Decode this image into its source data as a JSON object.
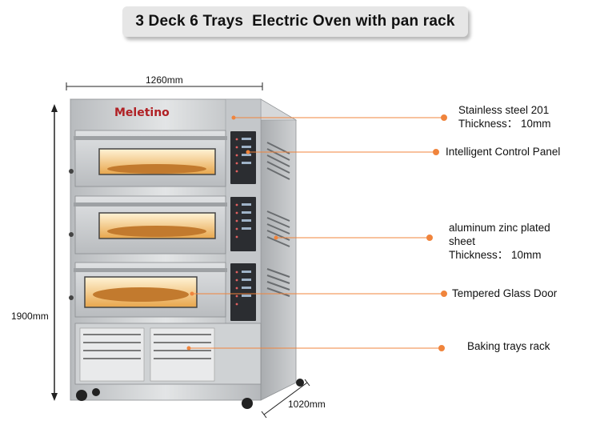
{
  "title": "3 Deck 6 Trays  Electric Oven with pan rack",
  "brand": "Meletino",
  "dimensions": {
    "width": "1260mm",
    "height": "1900mm",
    "depth": "1020mm"
  },
  "callouts": [
    {
      "line1": "Stainless steel 201",
      "line2": "Thickness： 10mm",
      "line3": ""
    },
    {
      "line1": "Intelligent Control Panel",
      "line2": "",
      "line3": ""
    },
    {
      "line1": "aluminum zinc plated",
      "line2": "sheet",
      "line3": "Thickness： 10mm"
    },
    {
      "line1": "Tempered Glass Door",
      "line2": "",
      "line3": ""
    },
    {
      "line1": "Baking trays rack",
      "line2": "",
      "line3": ""
    }
  ],
  "colors": {
    "accent": "#f0843c",
    "steel": "#c9ccce",
    "panel": "#2b2d31",
    "title_bg": "#e6e6e6"
  }
}
